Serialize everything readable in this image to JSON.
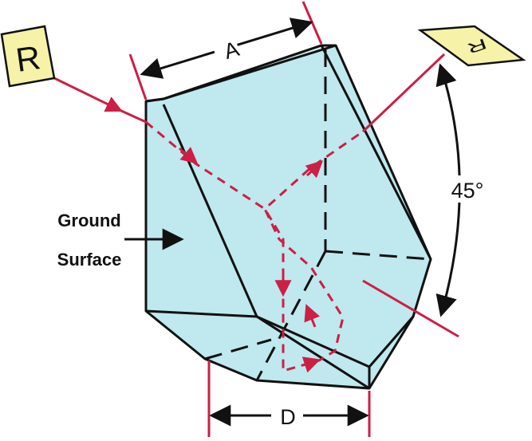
{
  "diagram": {
    "dimension_a": "A",
    "dimension_d": "D",
    "angle_label": "45°",
    "surface_label_line1": "Ground",
    "surface_label_line2": "Surface",
    "input_image_letter": "R",
    "output_image_letter": "R"
  },
  "colors": {
    "prism_fill": "#bfe8ef",
    "prism_fill_dark": "#a9dbe4",
    "outline": "#111111",
    "beam": "#cc1f45",
    "label_bg": "#f6f2a8"
  }
}
